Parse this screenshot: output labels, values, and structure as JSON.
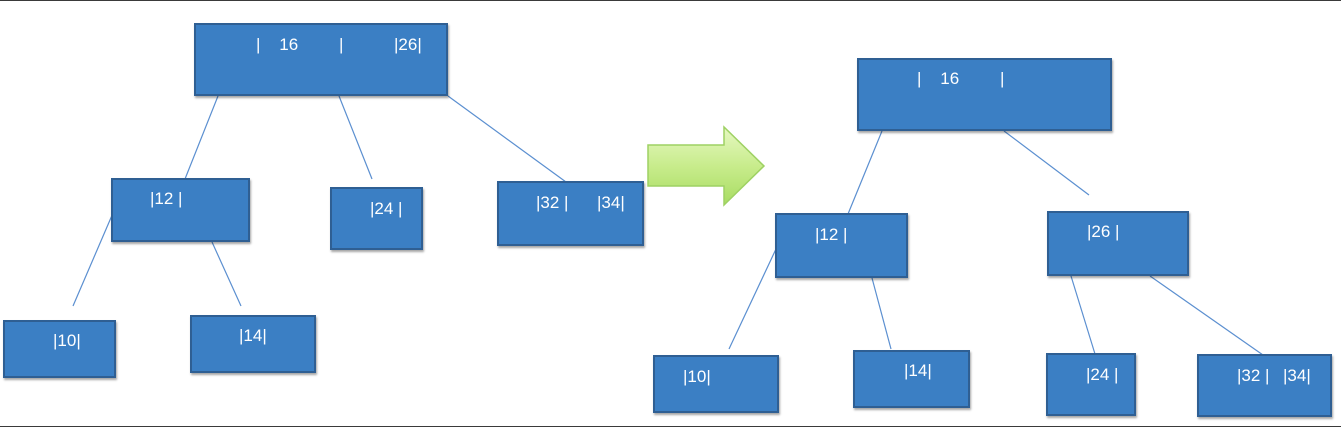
{
  "before_tree": {
    "root": {
      "keys": [
        "|    16",
        "|",
        "|26|"
      ]
    },
    "left": {
      "keys": [
        "|12 |"
      ]
    },
    "middle": {
      "keys": [
        "|24 |"
      ]
    },
    "right": {
      "keys": [
        "|32 |",
        "|34|"
      ]
    },
    "left_left": {
      "keys": [
        "|10|"
      ]
    },
    "left_right": {
      "keys": [
        "|14|"
      ]
    }
  },
  "after_tree": {
    "root": {
      "keys": [
        "|    16",
        "|"
      ]
    },
    "left": {
      "keys": [
        "|12 |"
      ]
    },
    "right": {
      "keys": [
        "|26 |"
      ]
    },
    "left_left": {
      "keys": [
        "|10|"
      ]
    },
    "left_right": {
      "keys": [
        "|14|"
      ]
    },
    "right_left": {
      "keys": [
        "|24 |"
      ]
    },
    "right_right": {
      "keys": [
        "|32 |",
        "|34|"
      ]
    }
  },
  "colors": {
    "node_fill": "#3b7fc4",
    "node_border": "#2f5f93",
    "edge": "#5b8fd0",
    "arrow_fill": "#c8ec8c",
    "arrow_stroke": "#9ed163",
    "text": "#ffffff"
  }
}
